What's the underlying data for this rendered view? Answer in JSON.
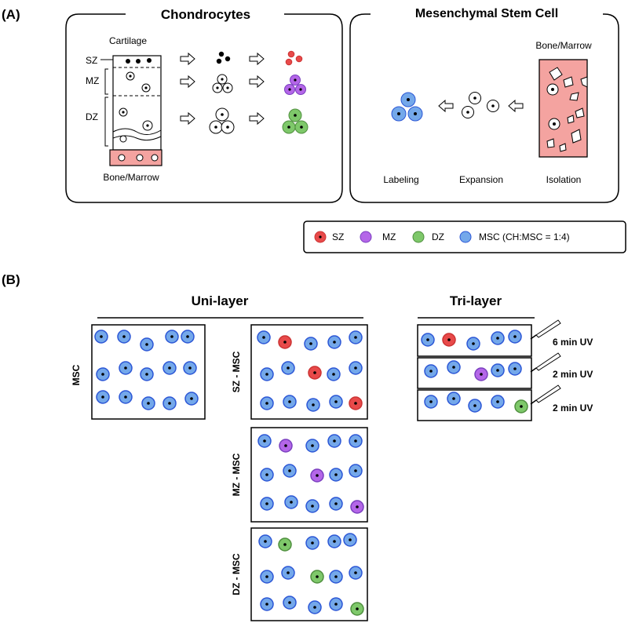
{
  "panel_a": {
    "label": "(A)",
    "chondrocytes": {
      "title": "Chondrocytes",
      "cartilage_label": "Cartilage",
      "zone_labels": [
        "SZ",
        "MZ",
        "DZ"
      ],
      "bone_label": "Bone/Marrow"
    },
    "msc": {
      "title": "Mesenchymal Stem Cell",
      "bone_label": "Bone/Marrow",
      "steps": [
        "Labeling",
        "Expansion",
        "Isolation"
      ]
    },
    "legend": {
      "items": [
        "SZ",
        "MZ",
        "DZ",
        "MSC (CH:MSC = 1:4)"
      ]
    }
  },
  "panel_b": {
    "label": "(B)",
    "uni_title": "Uni-layer",
    "tri_title": "Tri-layer",
    "uni_labels": [
      "MSC",
      "SZ - MSC",
      "MZ - MSC",
      "DZ - MSC"
    ],
    "uv_labels": [
      "6 min UV",
      "2 min UV",
      "2 min UV"
    ]
  },
  "colors": {
    "sz": "#e84a4a",
    "mz": "#b466e8",
    "dz": "#7ec86a",
    "msc": "#74a8ea",
    "msc_stroke": "#2b56d6",
    "bone": "#f4a3a0"
  }
}
